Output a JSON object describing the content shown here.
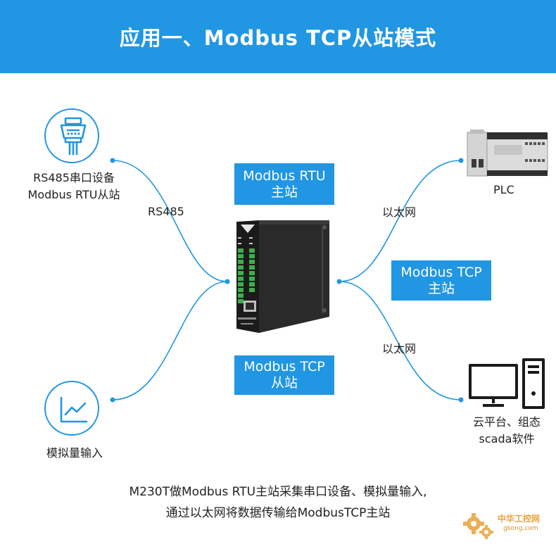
{
  "banner": {
    "title": "应用一、Modbus TCP从站模式"
  },
  "left_top": {
    "line1": "RS485串口设备",
    "line2": "Modbus RTU从站",
    "link_label": "RS485"
  },
  "left_bottom": {
    "label": "模拟量输入"
  },
  "center": {
    "rtu_master_line1": "Modbus RTU",
    "rtu_master_line2": "主站",
    "tcp_slave_line1": "Modbus TCP",
    "tcp_slave_line2": "从站"
  },
  "right": {
    "tcp_master_line1": "Modbus TCP",
    "tcp_master_line2": "主站",
    "plc_label": "PLC",
    "ethernet_label_top": "以太网",
    "ethernet_label_bottom": "以太网",
    "cloud_line1": "云平台、组态",
    "cloud_line2": "scada软件"
  },
  "caption": {
    "line1": "M230T做Modbus RTU主站采集串口设备、模拟量输入,",
    "line2": "通过以太网将数据传输给ModbusTCP主站"
  },
  "watermark": {
    "text": "中华工控网",
    "url": "gkong.com"
  },
  "colors": {
    "accent": "#2196e3",
    "device": "#1f1f1f",
    "terminal": "#3cb04a"
  }
}
